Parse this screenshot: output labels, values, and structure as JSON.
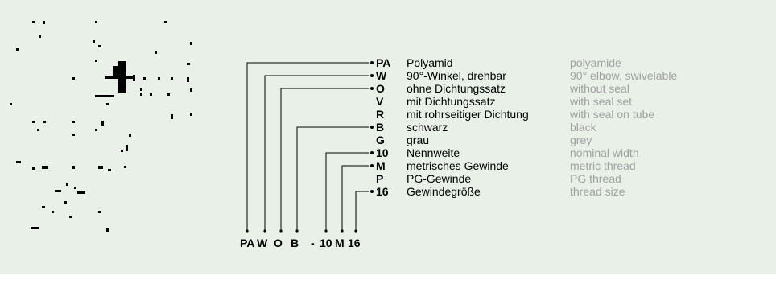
{
  "rows": [
    {
      "code": "PA",
      "de": "Polyamid",
      "en": "polyamide"
    },
    {
      "code": "W",
      "de": "90°-Winkel, drehbar",
      "en": "90° elbow, swivelable"
    },
    {
      "code": "O",
      "de": "ohne Dichtungssatz",
      "en": "without seal"
    },
    {
      "code": "V",
      "de": "mit Dichtungssatz",
      "en": "with seal set"
    },
    {
      "code": "R",
      "de": "mit rohrseitiger Dichtung",
      "en": "with seal on tube"
    },
    {
      "code": "B",
      "de": "schwarz",
      "en": "black"
    },
    {
      "code": "G",
      "de": "grau",
      "en": "grey"
    },
    {
      "code": "10",
      "de": "Nennweite",
      "en": "nominal width"
    },
    {
      "code": "M",
      "de": "metrisches Gewinde",
      "en": "metric thread"
    },
    {
      "code": "P",
      "de": "PG-Gewinde",
      "en": "PG thread"
    },
    {
      "code": "16",
      "de": "Gewindegröße",
      "en": "thread size"
    }
  ],
  "part_number": {
    "segments": [
      "PA",
      "W",
      "O",
      "B",
      "-",
      "10",
      "M",
      "16"
    ]
  }
}
